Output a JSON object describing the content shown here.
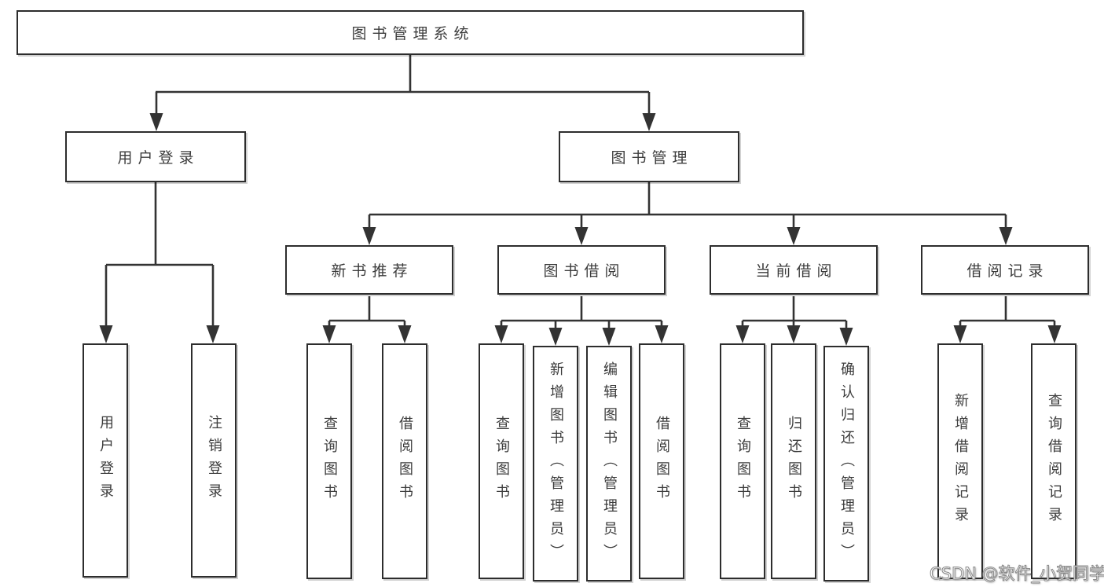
{
  "diagram": {
    "root": {
      "label": "图书管理系统"
    },
    "level2": [
      {
        "label": "用户登录"
      },
      {
        "label": "图书管理"
      }
    ],
    "level3": [
      {
        "label": "新书推荐",
        "parent": "图书管理"
      },
      {
        "label": "图书借阅",
        "parent": "图书管理"
      },
      {
        "label": "当前借阅",
        "parent": "图书管理"
      },
      {
        "label": "借阅记录",
        "parent": "图书管理"
      }
    ],
    "leaves": [
      {
        "label": "用户登录",
        "parent": "用户登录"
      },
      {
        "label": "注销登录",
        "parent": "用户登录"
      },
      {
        "label": "查询图书",
        "parent": "新书推荐"
      },
      {
        "label": "借阅图书",
        "parent": "新书推荐"
      },
      {
        "label": "查询图书",
        "parent": "图书借阅"
      },
      {
        "label": "新增图书（管理员）",
        "parent": "图书借阅"
      },
      {
        "label": "编辑图书（管理员）",
        "parent": "图书借阅"
      },
      {
        "label": "借阅图书",
        "parent": "图书借阅"
      },
      {
        "label": "查询图书",
        "parent": "当前借阅"
      },
      {
        "label": "归还图书",
        "parent": "当前借阅"
      },
      {
        "label": "确认归还（管理员）",
        "parent": "当前借阅"
      },
      {
        "label": "新增借阅记录",
        "parent": "借阅记录"
      },
      {
        "label": "查询借阅记录",
        "parent": "借阅记录"
      }
    ]
  },
  "watermark": "CSDN @软件_小贺同学",
  "colors": {
    "background": "#ffffff",
    "line": "#333333",
    "border": "#2d2d2d",
    "text": "#3c3c3c",
    "watermark_fill": "#ffffff",
    "watermark_outline": "#8a8a8a"
  }
}
